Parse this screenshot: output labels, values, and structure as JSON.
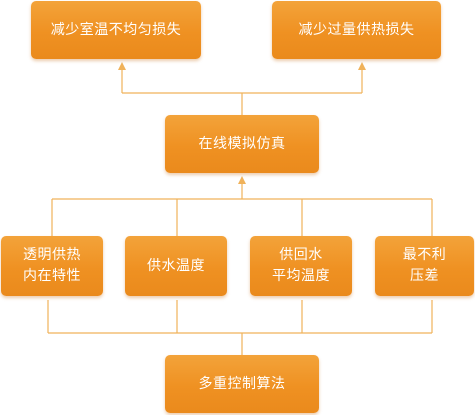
{
  "diagram": {
    "top_left": "减少室温不均匀损失",
    "top_right": "减少过量供热损失",
    "middle": "在线模拟仿真",
    "factors": [
      "透明供热\n内在特性",
      "供水温度",
      "供回水\n平均温度",
      "最不利\n压差"
    ],
    "bottom": "多重控制算法",
    "colors": {
      "box": "#ef9122",
      "line": "#f0b25a"
    }
  }
}
